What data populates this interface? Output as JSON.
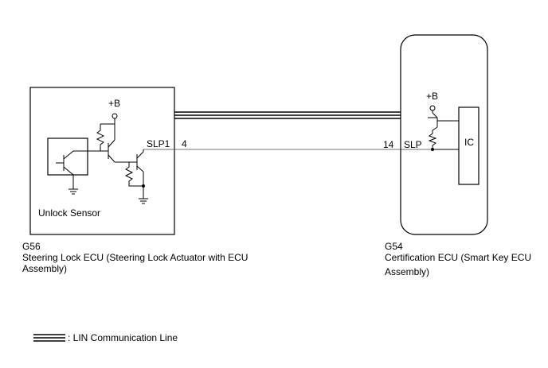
{
  "left_ecu": {
    "connector_id": "G56",
    "name_line1": "Steering Lock ECU (Steering Lock Actuator with ECU",
    "name_line2": "Assembly)",
    "sensor_label": "Unlock Sensor",
    "supply_label": "+B",
    "pin_name": "SLP1",
    "pin_number": "4"
  },
  "right_ecu": {
    "connector_id": "G54",
    "name_line1": "Certification ECU (Smart Key ECU",
    "name_line2": "Assembly)",
    "supply_label": "+B",
    "pin_name": "SLP",
    "pin_number": "14",
    "ic_label": "IC"
  },
  "legend": {
    "label": ": LIN Communication Line"
  },
  "colors": {
    "line": "#000000",
    "background": "#ffffff"
  }
}
